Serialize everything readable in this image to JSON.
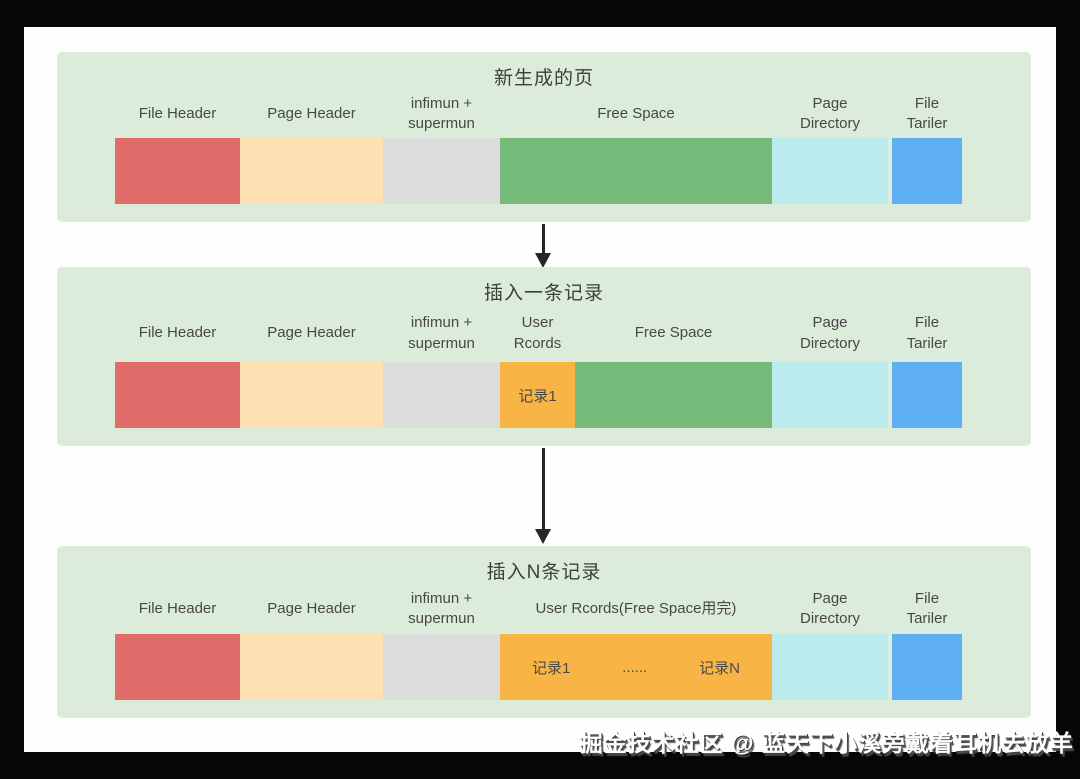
{
  "watermark": {
    "text": "掘金技术社区 @ 蓝天下小溪旁戴着耳机去放羊"
  },
  "colors": {
    "frame": "#060606",
    "content_bg": "#fefefe",
    "panel_bg": "#dcecdb",
    "file_header": "#e06c6c",
    "page_header": "#fde1b3",
    "infimum_supremum": "#dcdcdc",
    "free_space": "#76ba79",
    "user_records": "#f8b445",
    "page_directory": "#bcebee",
    "file_trailer": "#5fb0f2",
    "arrow": "#262626",
    "text": "#3e3e3e"
  },
  "panels": [
    {
      "title": "新生成的页",
      "segments": [
        {
          "label": "File Header"
        },
        {
          "label": "Page Header"
        },
        {
          "label": "infimun +\nsupermun"
        },
        {
          "label": "Free Space"
        },
        {
          "label": "Page\nDirectory"
        },
        {
          "label": "File\nTariler"
        }
      ]
    },
    {
      "title": "插入一条记录",
      "segments": [
        {
          "label": "File Header"
        },
        {
          "label": "Page Header"
        },
        {
          "label": "infimun +\nsupermun"
        },
        {
          "label": "User\nRcords",
          "records": [
            "记录1"
          ]
        },
        {
          "label": "Free Space"
        },
        {
          "label": "Page\nDirectory"
        },
        {
          "label": "File\nTariler"
        }
      ]
    },
    {
      "title": "插入N条记录",
      "segments": [
        {
          "label": "File Header"
        },
        {
          "label": "Page Header"
        },
        {
          "label": "infimun +\nsupermun"
        },
        {
          "label": "User Rcords(Free Space用完)",
          "records": [
            "记录1",
            "......",
            "记录N"
          ]
        },
        {
          "label": "Page\nDirectory"
        },
        {
          "label": "File\nTariler"
        }
      ]
    }
  ]
}
